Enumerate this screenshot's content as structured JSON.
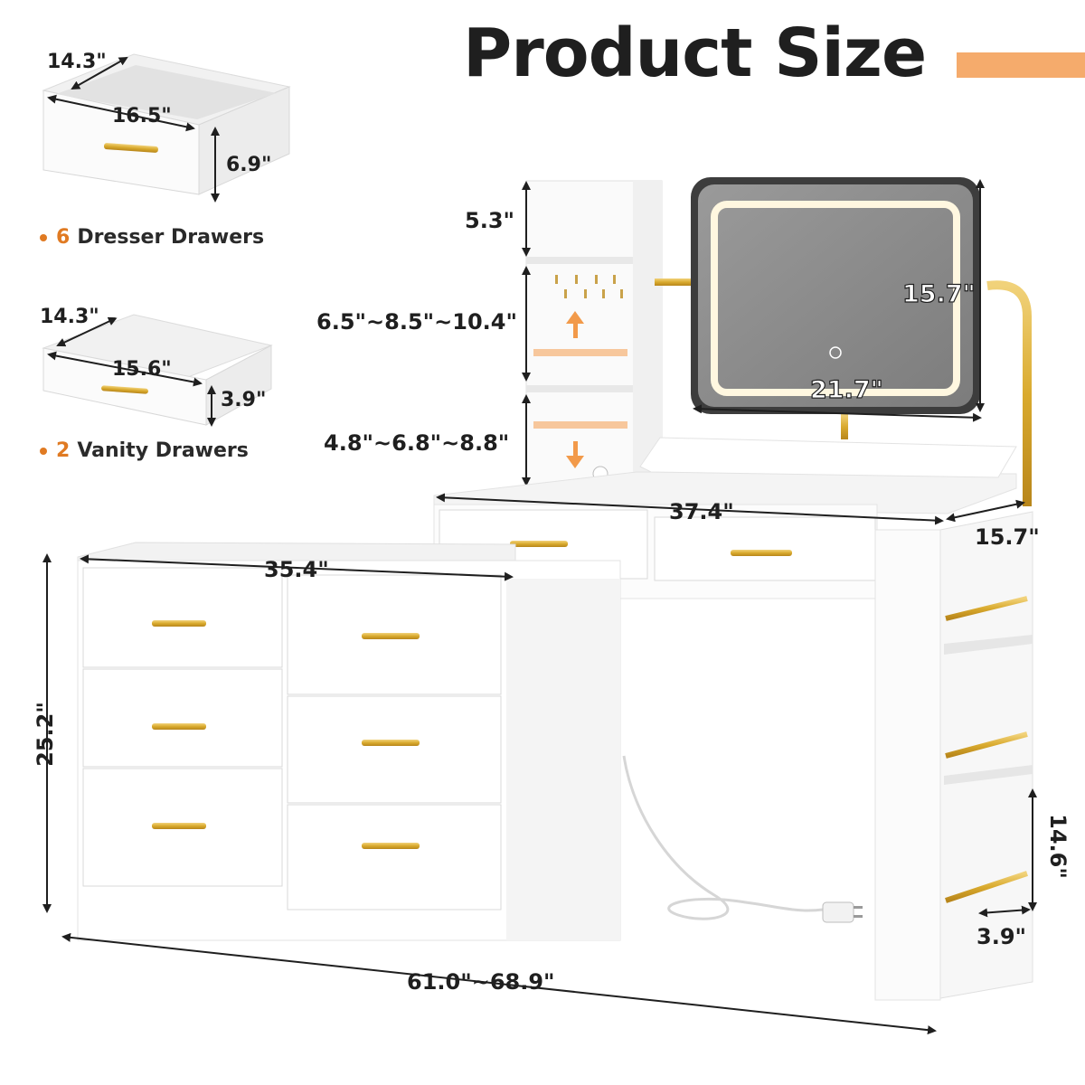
{
  "title": "Product Size",
  "colors": {
    "accent": "#f5ab6c",
    "highlight_number": "#e07a22",
    "furniture": "#ffffff",
    "gold": "#d9aa2e",
    "mirror": "#8a8a8a",
    "text": "#1f1f1f"
  },
  "dresser_drawer": {
    "depth": "14.3\"",
    "width": "16.5\"",
    "height": "6.9\"",
    "legend_count": "6",
    "legend_text": "Dresser Drawers"
  },
  "vanity_drawer": {
    "depth": "14.3\"",
    "width": "15.6\"",
    "height": "3.9\"",
    "legend_count": "2",
    "legend_text": "Vanity Drawers"
  },
  "hutch": {
    "top_shelf": "5.3\"",
    "middle_shelf": "6.5\"~8.5\"~10.4\"",
    "bottom_shelf": "4.8\"~6.8\"~8.8\""
  },
  "mirror": {
    "height": "15.7\"",
    "width": "21.7\""
  },
  "desk": {
    "width": "37.4\"",
    "depth": "15.7\""
  },
  "dresser": {
    "width": "35.4\"",
    "height": "25.2\""
  },
  "side_shelf": {
    "height": "14.6\"",
    "depth": "3.9\""
  },
  "overall_width": "61.0\"~68.9\"",
  "icons": [
    "arrow-up-icon",
    "arrow-down-icon",
    "touch-button-icon",
    "power-plug-icon",
    "legend-dot-icon"
  ]
}
